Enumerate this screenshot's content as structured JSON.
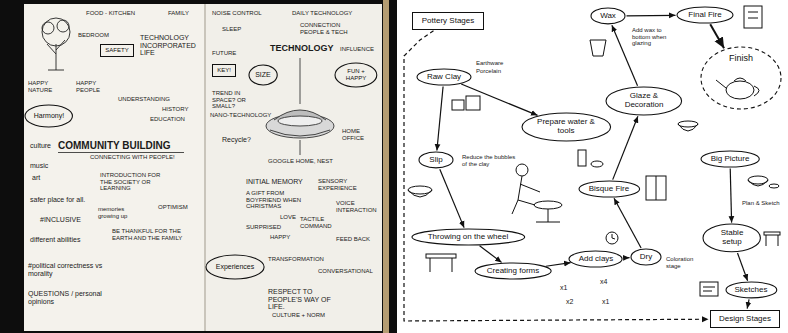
{
  "diagram": {
    "nodes": [
      {
        "text": [
          "SAFETY"
        ]
      },
      {
        "text": [
          "Harmony!"
        ]
      },
      {
        "text": [
          "KEY!"
        ]
      },
      {
        "text": [
          "SIZE"
        ]
      },
      {
        "text": [
          "FUN + HAPPY"
        ]
      },
      {
        "text": [
          "Experiences"
        ]
      },
      {
        "text": [
          "Pottery Stages"
        ]
      },
      {
        "text": [
          "Raw Clay"
        ]
      },
      {
        "text": [
          "Wax"
        ]
      },
      {
        "text": [
          "Final Fire"
        ]
      },
      {
        "text": [
          "Finish"
        ]
      },
      {
        "text": [
          "Glaze & Decoration"
        ]
      },
      {
        "text": [
          "Prepare water & tools"
        ]
      },
      {
        "text": [
          "Slip"
        ]
      },
      {
        "text": [
          "Bisque Fire"
        ]
      },
      {
        "text": [
          "Big Picture"
        ]
      },
      {
        "text": [
          "Throwing on the wheel"
        ]
      },
      {
        "text": [
          "Creating forms"
        ]
      },
      {
        "text": [
          "Add clays"
        ]
      },
      {
        "text": [
          "Dry"
        ]
      },
      {
        "text": [
          "Stable setup"
        ]
      },
      {
        "text": [
          "Sketches"
        ]
      },
      {
        "text": [
          "Design Stages"
        ]
      }
    ],
    "edges": [
      {
        "from": 7,
        "to": 13,
        "arrow": "to"
      },
      {
        "from": 7,
        "to": 12,
        "arrow": "to"
      },
      {
        "from": 13,
        "to": 16,
        "arrow": "to"
      },
      {
        "from": 16,
        "to": 17,
        "arrow": "to"
      },
      {
        "from": 17,
        "to": 18,
        "arrow": "to"
      },
      {
        "from": 18,
        "to": 19,
        "arrow": "to"
      },
      {
        "from": 19,
        "to": 14,
        "arrow": "to"
      },
      {
        "from": 14,
        "to": 11,
        "arrow": "to"
      },
      {
        "from": 11,
        "to": 8,
        "arrow": "to"
      },
      {
        "from": 8,
        "to": 9,
        "arrow": "to"
      },
      {
        "from": 9,
        "to": 10,
        "arrow": "to"
      },
      {
        "from": 15,
        "to": 20,
        "arrow": "to"
      },
      {
        "from": 20,
        "to": 21,
        "arrow": "to"
      },
      {
        "from": 21,
        "to": 22,
        "arrow": "to"
      },
      {
        "from": 6,
        "to": 22,
        "arrow": "to"
      }
    ],
    "labels": [
      "FOOD - KITCHEN",
      "FAMILY",
      "BEDROOM",
      "TECHNOLOGY INCORPORATED LIFE",
      "HAPPY NATURE",
      "HAPPY PEOPLE",
      "UNDERSTANDING",
      "HISTORY",
      "EDUCATION",
      "COMMUNITY BUILDING",
      "CONNECTING WITH PEOPLE!",
      "culture",
      "music",
      "art",
      "INTRODUCTION FOR THE SOCIETY OR LEARNING",
      "safer place for all.",
      "#INCLUSIVE",
      "memories growing up",
      "OPTIMISM",
      "different abilities",
      "BE THANKFUL FOR THE EARTH AND THE FAMILY",
      "#political correctness vs morality",
      "QUESTIONS / personal opinions",
      "NOISE CONTROL",
      "DAILY TECHNOLOGY",
      "SLEEP",
      "CONNECTION PEOPLE & TECH",
      "FUTURE",
      "TECHNOLOGY",
      "INFLUENCE",
      "TREND IN SPACE? OR SMALL?",
      "NANO-TECHNOLOGY",
      "Recycle?",
      "GOOGLE HOME, NEST",
      "HOME OFFICE",
      "INITIAL MEMORY",
      "A GIFT FROM BOYFRIEND WHEN CHRISTMAS",
      "SENSORY EXPERIENCE",
      "LOVE",
      "SURPRISED",
      "HAPPY",
      "TACTILE COMMAND",
      "VOICE INTERACTION",
      "FEED BACK",
      "TRANSFORMATION",
      "CONVERSATIONAL",
      "RESPECT TO PEOPLE'S WAY OF LIFE.",
      "CULTURE + NORM",
      "Earthware",
      "Porcelain",
      "Reduce the bubbles of the clay",
      "Add wax to bottom when glazing",
      "Coloration stage",
      "Plan & Sketch",
      "x1",
      "x4",
      "x2",
      "x1"
    ]
  }
}
